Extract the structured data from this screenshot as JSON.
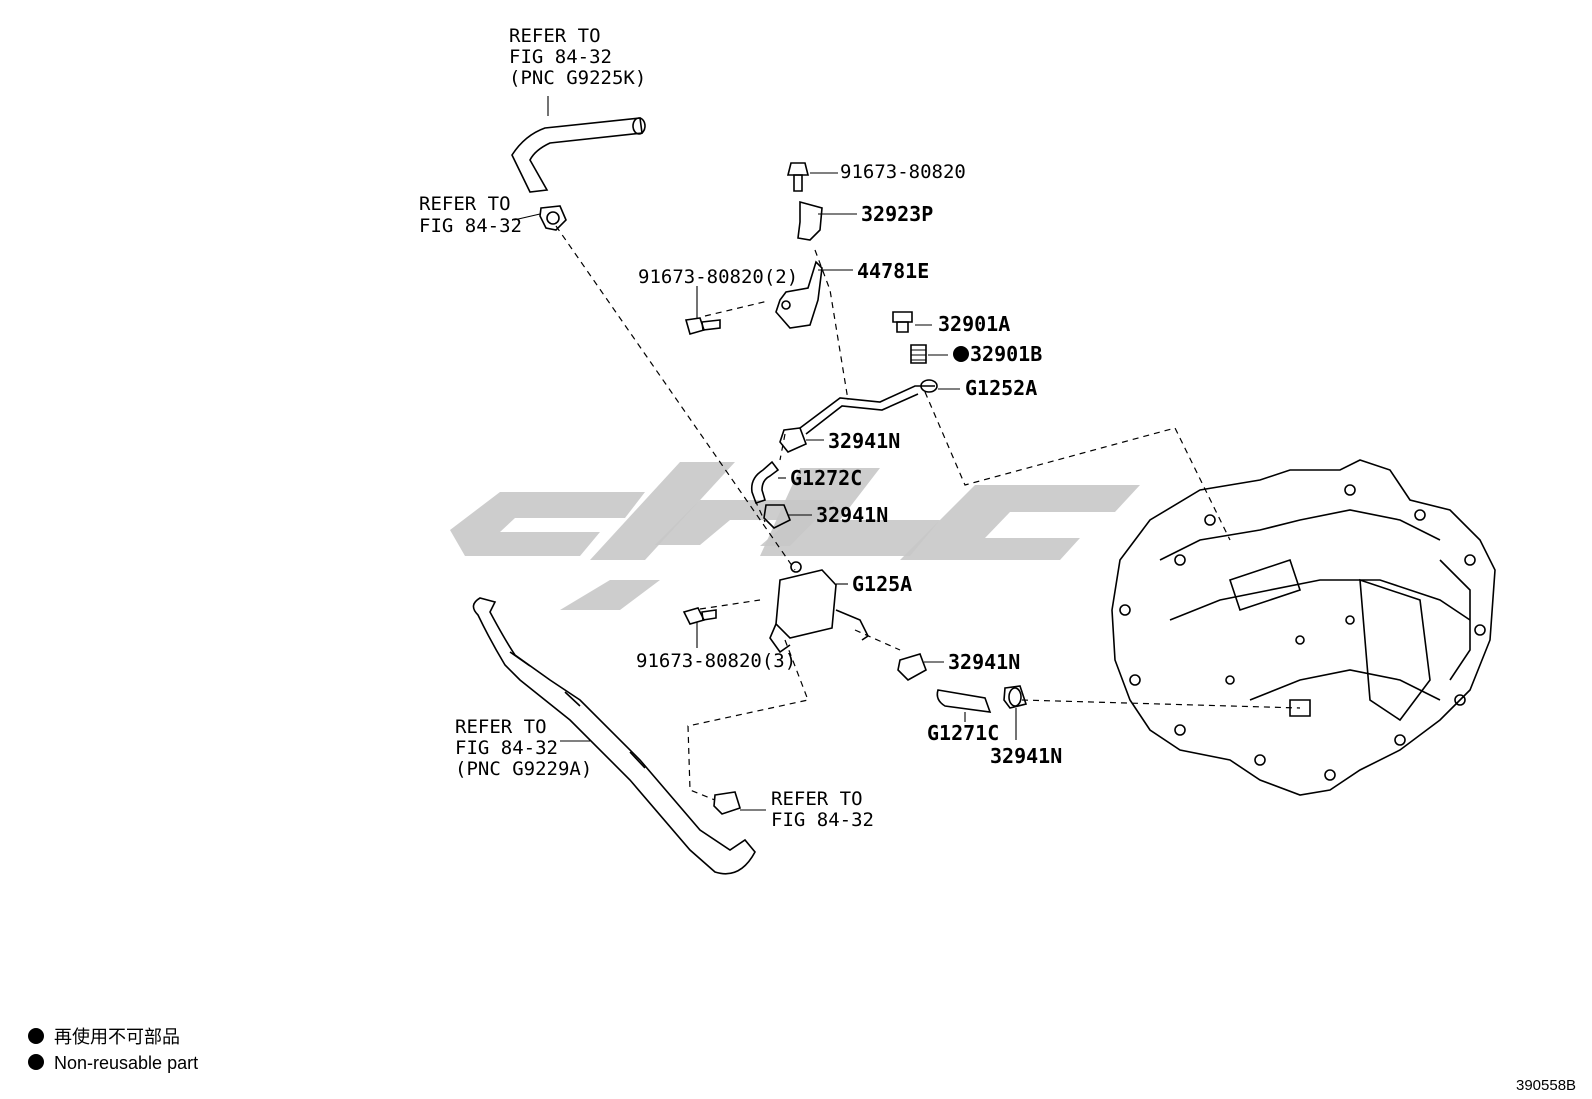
{
  "diagram_id": "390558B",
  "labels": {
    "refer_top": [
      "REFER TO",
      "FIG 84-32",
      "(PNC G9225K)"
    ],
    "refer_upper_clamp": [
      "REFER TO",
      "FIG 84-32"
    ],
    "refer_left_hose": [
      "REFER TO",
      "FIG 84-32",
      "(PNC G9229A)"
    ],
    "refer_bottom_clamp": [
      "REFER TO",
      "FIG 84-32"
    ],
    "bolt_top": "91673-80820",
    "bracket_top": "32923P",
    "bracket_mid": "44781E",
    "bolt_pair": "91673-80820(2)",
    "plug_a": "32901A",
    "plug_b": "32901B",
    "hose_pipe": "G1252A",
    "clamp_1": "32941N",
    "hose_c": "G1272C",
    "clamp_2": "32941N",
    "cooler": "G125A",
    "bolt_triple": "91673-80820(3)",
    "clamp_3": "32941N",
    "hose_1271c": "G1271C",
    "clamp_4": "32941N"
  },
  "legend": {
    "japanese": "再使用不可部品",
    "english": "Non-reusable part",
    "symbol_color": "#000000"
  }
}
